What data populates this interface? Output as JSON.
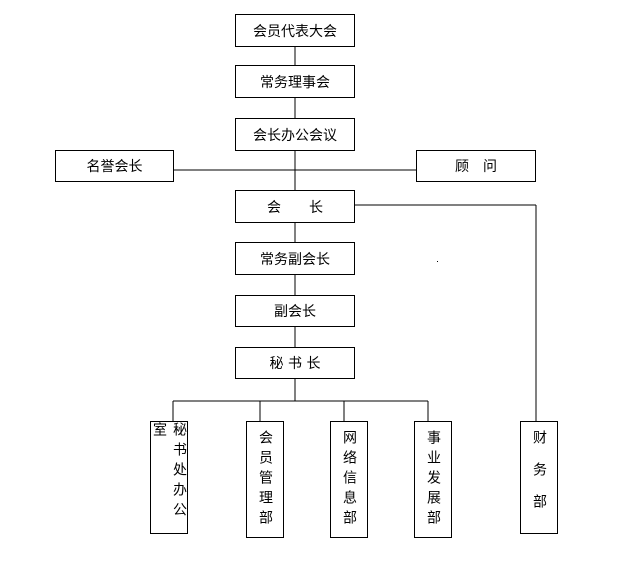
{
  "org_chart": {
    "general_assembly": "会员代表大会",
    "standing_council": "常务理事会",
    "president_office_meeting": "会长办公会议",
    "honorary_president": "名誉会长",
    "advisor": "顾　问",
    "president": "会　　长",
    "executive_vice_president": "常务副会长",
    "vice_president": "副会长",
    "secretary_general": "秘 书 长",
    "departments": [
      "秘书处办公室",
      "会员管理部",
      "网络信息部",
      "事业发展部"
    ],
    "finance_department": "财务部"
  }
}
